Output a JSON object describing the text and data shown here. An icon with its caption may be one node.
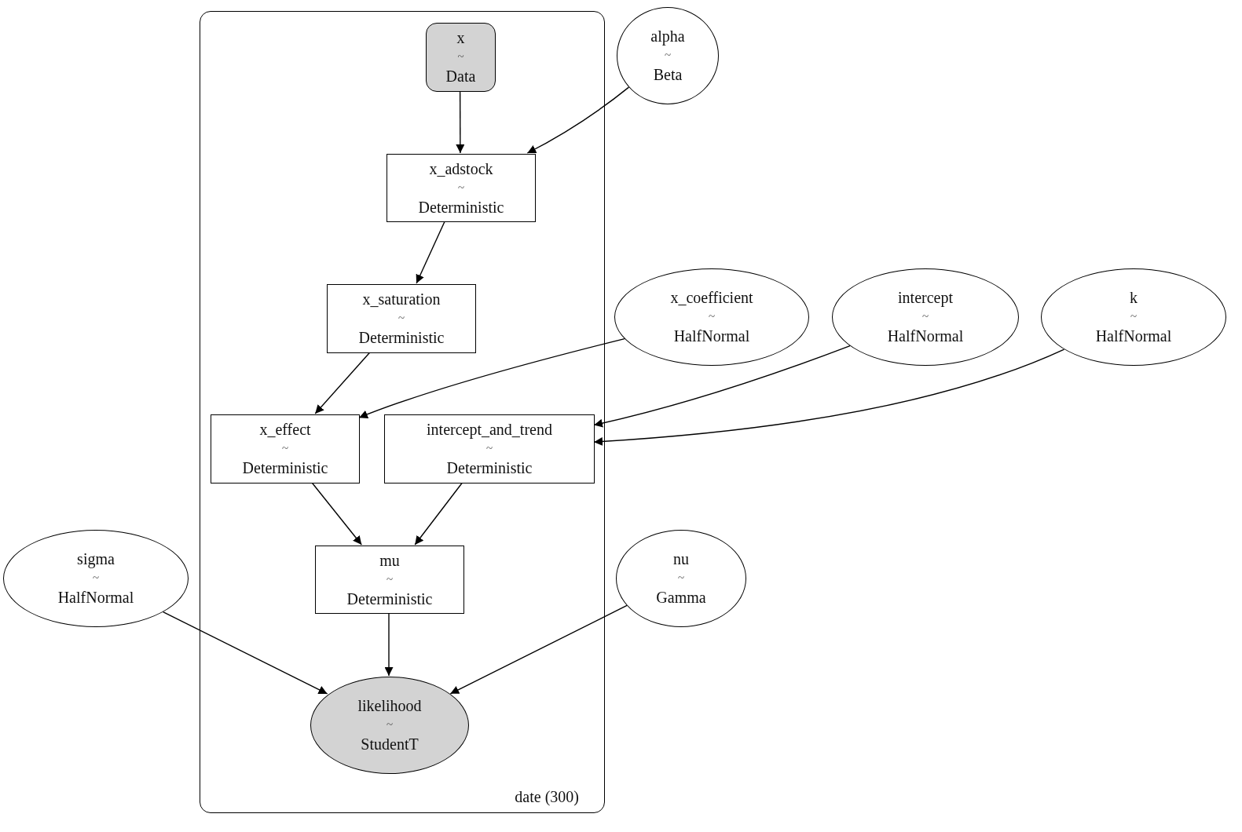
{
  "diagram": {
    "nodes": [
      {
        "text": [
          "date (300)"
        ]
      },
      {
        "text": [
          "x",
          "~",
          "Data"
        ],
        "in": 0
      },
      {
        "text": [
          "alpha",
          "~",
          "Beta"
        ]
      },
      {
        "text": [
          "x_adstock",
          "~",
          "Deterministic"
        ],
        "in": 0
      },
      {
        "text": [
          "x_saturation",
          "~",
          "Deterministic"
        ],
        "in": 0
      },
      {
        "text": [
          "x_coefficient",
          "~",
          "HalfNormal"
        ]
      },
      {
        "text": [
          "intercept",
          "~",
          "HalfNormal"
        ]
      },
      {
        "text": [
          "k",
          "~",
          "HalfNormal"
        ]
      },
      {
        "text": [
          "x_effect",
          "~",
          "Deterministic"
        ],
        "in": 0
      },
      {
        "text": [
          "intercept_and_trend",
          "~",
          "Deterministic"
        ],
        "in": 0
      },
      {
        "text": [
          "sigma",
          "~",
          "HalfNormal"
        ]
      },
      {
        "text": [
          "mu",
          "~",
          "Deterministic"
        ],
        "in": 0
      },
      {
        "text": [
          "nu",
          "~",
          "Gamma"
        ]
      },
      {
        "text": [
          "likelihood",
          "~",
          "StudentT"
        ],
        "in": 0
      }
    ],
    "edges": [
      {
        "from": 1,
        "to": 3,
        "arrow": "to"
      },
      {
        "from": 2,
        "to": 3,
        "arrow": "to"
      },
      {
        "from": 3,
        "to": 4,
        "arrow": "to"
      },
      {
        "from": 4,
        "to": 8,
        "arrow": "to"
      },
      {
        "from": 5,
        "to": 8,
        "arrow": "to"
      },
      {
        "from": 6,
        "to": 9,
        "arrow": "to"
      },
      {
        "from": 7,
        "to": 9,
        "arrow": "to"
      },
      {
        "from": 8,
        "to": 11,
        "arrow": "to"
      },
      {
        "from": 9,
        "to": 11,
        "arrow": "to"
      },
      {
        "from": 10,
        "to": 13,
        "arrow": "to"
      },
      {
        "from": 11,
        "to": 13,
        "arrow": "to"
      },
      {
        "from": 12,
        "to": 13,
        "arrow": "to"
      }
    ]
  }
}
